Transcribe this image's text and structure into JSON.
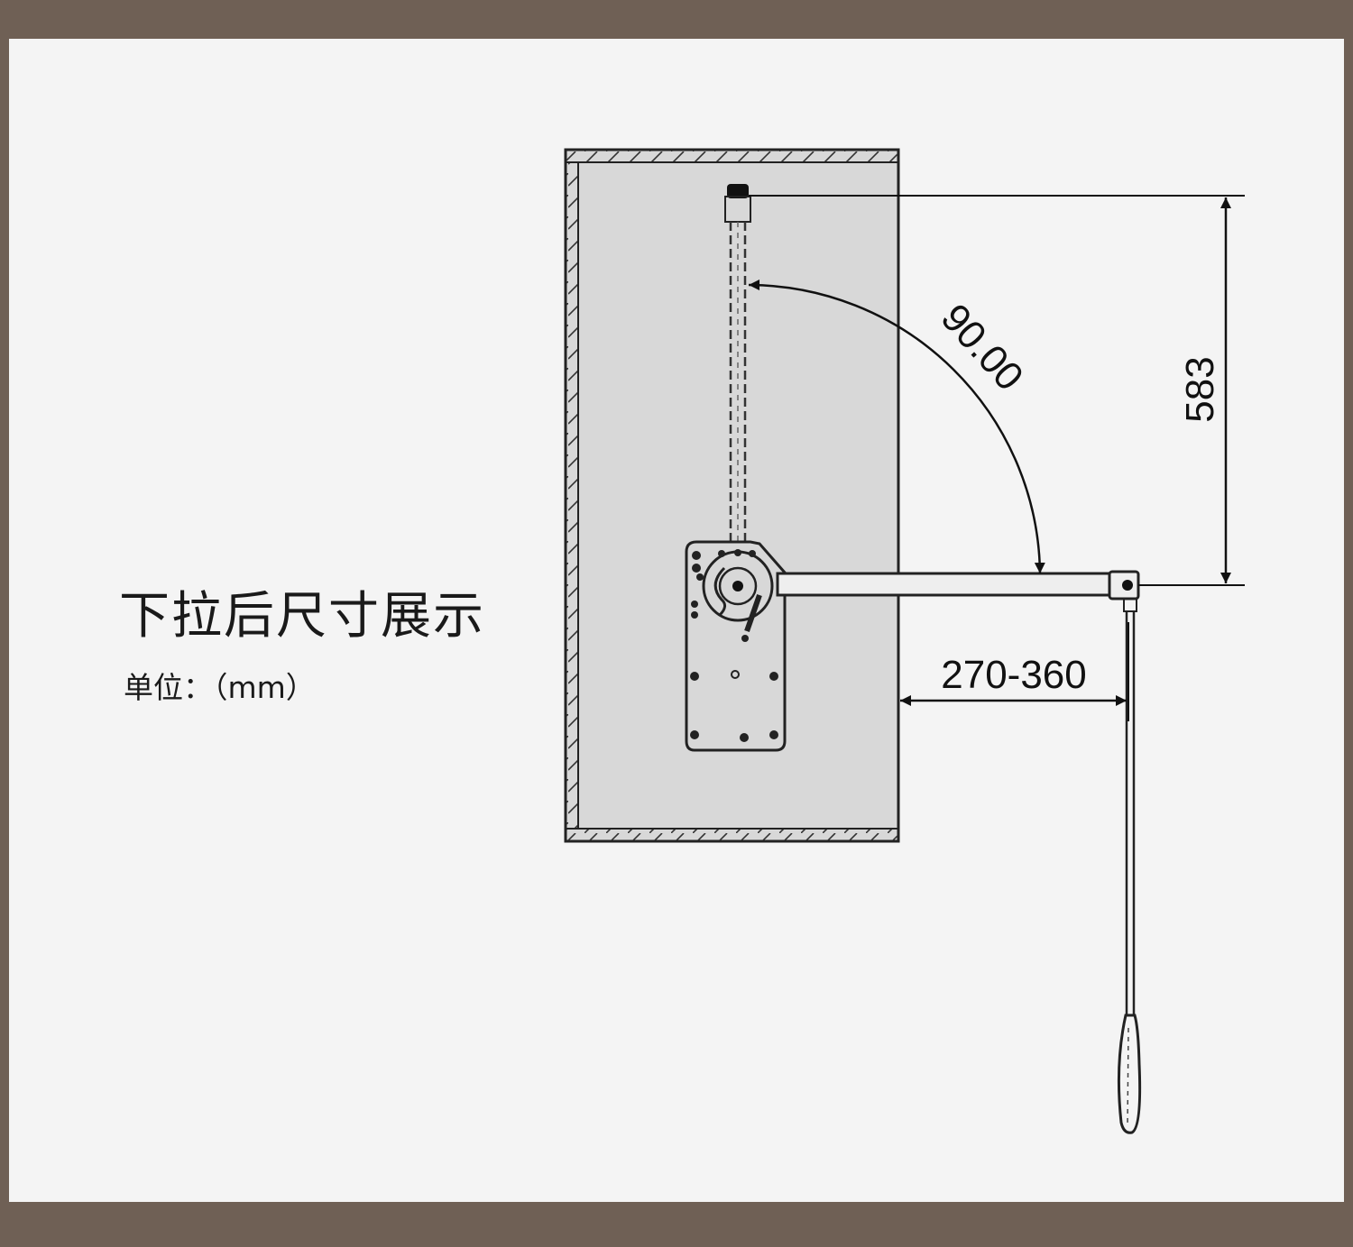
{
  "title": "下拉后尺寸展示",
  "unit_label": "单位：（mm）",
  "dimensions": {
    "angle": "90.00",
    "height": "583",
    "extension": "270-360"
  },
  "colors": {
    "frame": "#6f6055",
    "panel": "#f4f4f4",
    "cabinet_fill": "#d8d8d8",
    "line": "#222222"
  }
}
